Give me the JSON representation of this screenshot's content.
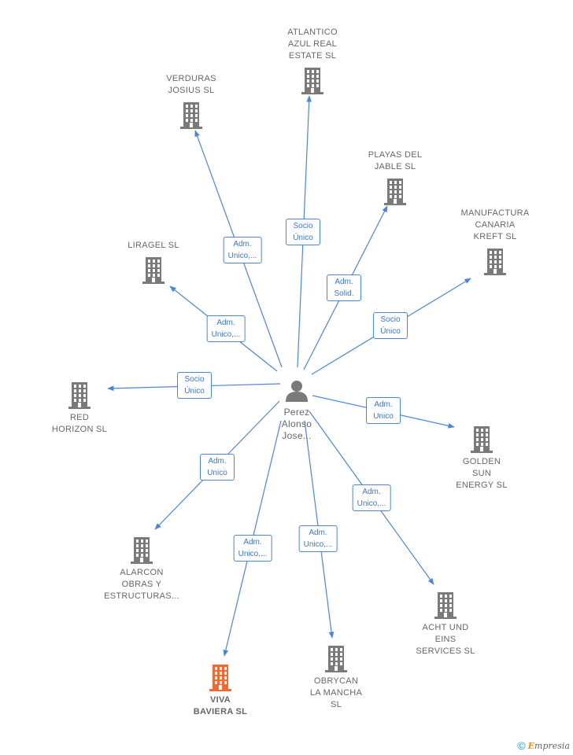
{
  "person": {
    "label": "Perez\nAlonso\nJose..."
  },
  "companies": [
    {
      "id": "atlantico",
      "label": "ATLANTICO\nAZUL REAL\nESTATE SL",
      "highlight": false
    },
    {
      "id": "verduras",
      "label": "VERDURAS\nJOSIUS SL",
      "highlight": false
    },
    {
      "id": "playas",
      "label": "PLAYAS DEL\nJABLE SL",
      "highlight": false
    },
    {
      "id": "manufactura",
      "label": "MANUFACTURA\nCANARIA\nKREFT SL",
      "highlight": false
    },
    {
      "id": "liragel",
      "label": "LIRAGEL SL",
      "highlight": false
    },
    {
      "id": "red",
      "label": "RED\nHORIZON SL",
      "highlight": false
    },
    {
      "id": "golden",
      "label": "GOLDEN\nSUN\nENERGY SL",
      "highlight": false
    },
    {
      "id": "alarcon",
      "label": "ALARCON\nOBRAS Y\nESTRUCTURAS...",
      "highlight": false
    },
    {
      "id": "acht",
      "label": "ACHT UND\nEINS\nSERVICES SL",
      "highlight": false
    },
    {
      "id": "obrycan",
      "label": "OBRYCAN\nLA MANCHA\nSL",
      "highlight": false
    },
    {
      "id": "viva",
      "label": "VIVA\nBAVIERA SL",
      "highlight": true
    }
  ],
  "relations": [
    {
      "target": "atlantico",
      "label": "Socio\nÚnico"
    },
    {
      "target": "verduras",
      "label": "Adm.\nUnico,..."
    },
    {
      "target": "playas",
      "label": "Adm.\nSolid."
    },
    {
      "target": "manufactura",
      "label": "Socio\nÚnico"
    },
    {
      "target": "liragel",
      "label": "Adm.\nUnico,..."
    },
    {
      "target": "red",
      "label": "Socio\nÚnico"
    },
    {
      "target": "golden",
      "label": "Adm.\nUnico"
    },
    {
      "target": "alarcon",
      "label": "Adm.\nUnico"
    },
    {
      "target": "acht",
      "label": "Adm.\nUnico,..."
    },
    {
      "target": "obrycan",
      "label": "Adm.\nUnico,..."
    },
    {
      "target": "viva",
      "label": "Adm.\nUnico,..."
    }
  ],
  "colors": {
    "edge": "#4a86d8",
    "building": "#7a7a7a",
    "highlight": "#f26a33"
  },
  "icons": {
    "company": "building-icon",
    "person": "person-icon"
  },
  "copyright": {
    "symbol": "©",
    "brand_first": "E",
    "brand_rest": "mpresia"
  }
}
